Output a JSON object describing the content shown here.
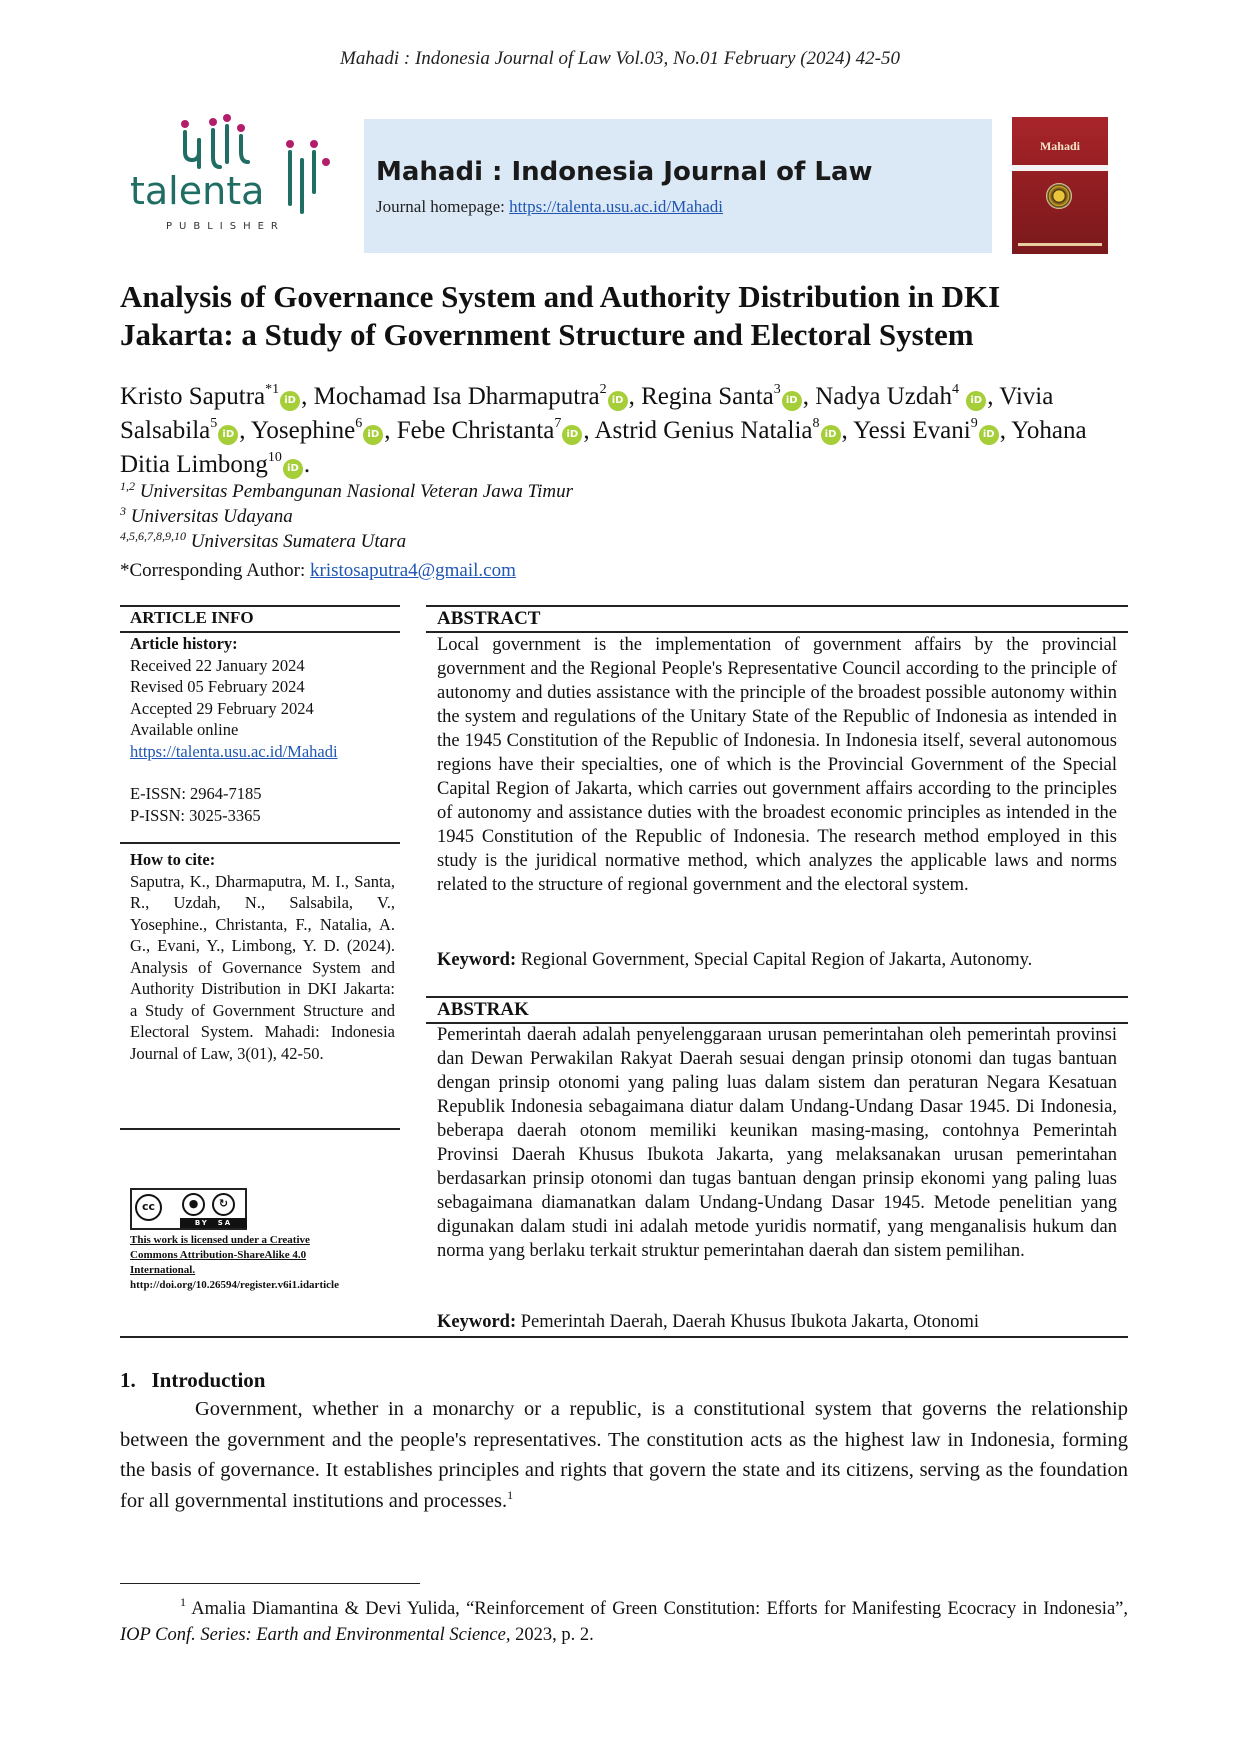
{
  "running_head": "Mahadi : Indonesia Journal of Law Vol.03, No.01 February (2024) 42-50",
  "publisher": {
    "name": "talenta",
    "sub": "PUBLISHER"
  },
  "journal": {
    "name": "Mahadi : Indonesia Journal of Law",
    "homepage_label": "Journal homepage:",
    "homepage_url": "https://talenta.usu.ac.id/Mahadi",
    "cover_title": "Mahadi"
  },
  "title": "Analysis of Governance System and Authority Distribution in DKI Jakarta: a Study of Government Structure and Electoral System",
  "authors": [
    {
      "name": "Kristo Saputra",
      "sup": "*1"
    },
    {
      "name": "Mochamad Isa Dharmaputra",
      "sup": "2"
    },
    {
      "name": "Regina Santa",
      "sup": "3"
    },
    {
      "name": "Nadya Uzdah",
      "sup": "4"
    },
    {
      "name": "Vivia Salsabila",
      "sup": "5"
    },
    {
      "name": "Yosephine",
      "sup": "6"
    },
    {
      "name": "Febe Christanta",
      "sup": "7"
    },
    {
      "name": "Astrid Genius Natalia",
      "sup": "8"
    },
    {
      "name": "Yessi Evani",
      "sup": "9"
    },
    {
      "name": "Yohana Ditia Limbong",
      "sup": "10"
    }
  ],
  "orcid_label": "iD",
  "affiliations": [
    {
      "sup": "1,2",
      "name": "Universitas Pembangunan Nasional Veteran Jawa Timur"
    },
    {
      "sup": "3",
      "name": "Universitas Udayana"
    },
    {
      "sup": "4,5,6,7,8,9,10",
      "name": "Universitas Sumatera Utara"
    }
  ],
  "corresponding": {
    "label": "*Corresponding Author:",
    "email": "kristosaputra4@gmail.com"
  },
  "article_info": {
    "heading": "ARTICLE   INFO",
    "history_heading": "Article history:",
    "received": "Received 22 January 2024",
    "revised": "Revised 05 February 2024",
    "accepted": "Accepted 29 February 2024",
    "available": "Available online",
    "available_url": "https://talenta.usu.ac.id/Mahadi",
    "eissn": "E-ISSN: 2964-7185",
    "pissn": "P-ISSN: 3025-3365",
    "cite_heading": "How to cite:",
    "cite_text": "Saputra, K., Dharmaputra, M. I., Santa, R., Uzdah, N., Salsabila, V., Yosephine., Christanta, F., Natalia, A. G., Evani, Y., Limbong, Y. D. (2024). Analysis of Governance System and Authority Distribution in DKI Jakarta: a Study of Government Structure and Electoral System.",
    "cite_journal": "Mahadi: Indonesia Journal of Law, 3(01), 42-50."
  },
  "license": {
    "badge_by": "BY",
    "badge_sa": "SA",
    "cc_symbol": "cc",
    "line1": "This work is licensed under a Creative",
    "line2": "Commons Attribution-ShareAlike 4.0",
    "line3": "International.",
    "doi": "http://doi.org/10.26594/register.v6i1.idarticle"
  },
  "abstract": {
    "heading": "ABSTRACT",
    "text": "Local government is the implementation of government affairs by the provincial government and the Regional People's Representative Council according to the principle of autonomy and duties assistance with the principle of the broadest possible autonomy within the system and regulations of the Unitary State of the Republic of Indonesia as intended in the 1945 Constitution of the Republic of Indonesia. In Indonesia itself, several autonomous regions have their specialties, one of which is the Provincial Government of the Special Capital Region of Jakarta, which carries out government affairs according to the principles of autonomy and assistance duties with the broadest economic principles as intended in the 1945 Constitution of the Republic of Indonesia. The research method employed in this study is the juridical normative method, which analyzes the applicable laws and norms related to the structure of regional government and the electoral system.",
    "keyword_label": "Keyword:",
    "keywords": "Regional Government, Special Capital Region of Jakarta, Autonomy."
  },
  "abstrak": {
    "heading": "ABSTRAK",
    "text": "Pemerintah daerah adalah penyelenggaraan urusan pemerintahan oleh pemerintah provinsi dan Dewan Perwakilan Rakyat Daerah sesuai dengan prinsip otonomi dan tugas bantuan dengan prinsip otonomi yang paling luas dalam sistem dan peraturan Negara Kesatuan Republik Indonesia sebagaimana diatur dalam Undang-Undang Dasar 1945. Di Indonesia, beberapa daerah otonom memiliki keunikan masing-masing, contohnya Pemerintah Provinsi Daerah Khusus Ibukota Jakarta, yang melaksanakan urusan pemerintahan berdasarkan prinsip otonomi dan tugas bantuan dengan prinsip ekonomi yang paling luas sebagaimana diamanatkan dalam Undang-Undang Dasar 1945. Metode penelitian yang digunakan dalam studi ini adalah metode yuridis normatif, yang menganalisis hukum dan norma yang berlaku terkait struktur pemerintahan daerah dan sistem pemilihan.",
    "keyword_label": "Keyword:",
    "keywords": "Pemerintah Daerah, Daerah Khusus Ibukota Jakarta, Otonomi"
  },
  "introduction": {
    "heading": "1.   Introduction",
    "text": "Government, whether in a monarchy or a republic, is a constitutional system that governs the relationship between the government and the people's representatives. The constitution acts as the highest law in Indonesia, forming the basis of governance. It establishes principles and rights that govern the state and its citizens, serving as the foundation for all governmental institutions and processes.",
    "footnote_ref": "1"
  },
  "footnote": {
    "num": "1",
    "text_a": "Amalia Diamantina & Devi Yulida, “Reinforcement of Green Constitution: Efforts for Manifesting Ecocracy in Indonesia”,",
    "journal": "IOP Conf. Series: Earth and Environmental Science,",
    "text_b": "2023, p. 2."
  }
}
